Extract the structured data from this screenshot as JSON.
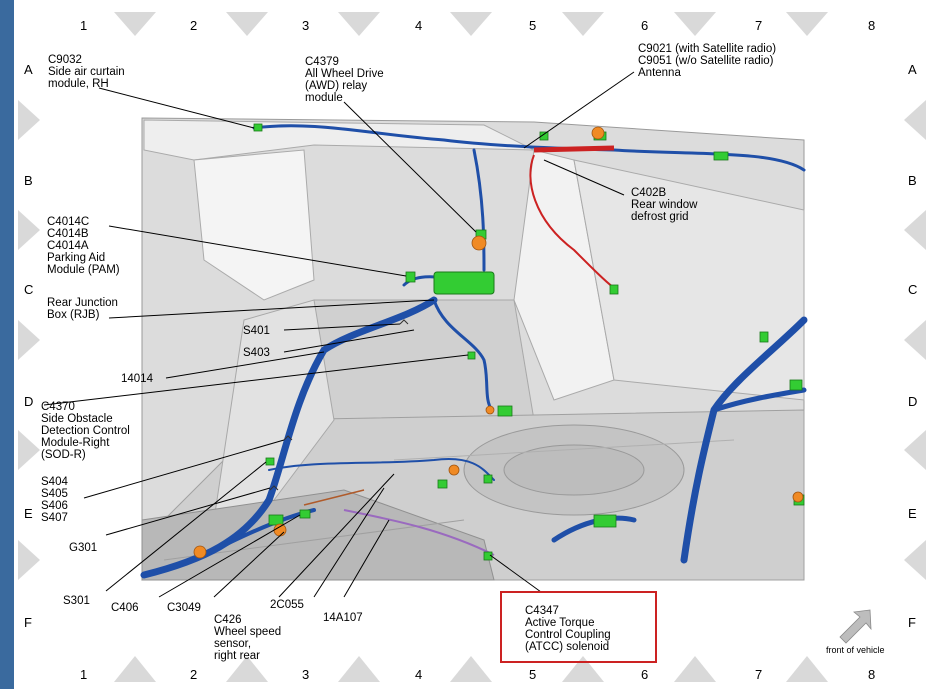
{
  "grid": {
    "columns": [
      "1",
      "2",
      "3",
      "4",
      "5",
      "6",
      "7",
      "8"
    ],
    "rows": [
      "A",
      "B",
      "C",
      "D",
      "E",
      "F"
    ]
  },
  "callouts": {
    "c9032": {
      "code": "C9032",
      "line1": "Side air curtain",
      "line2": "module, RH"
    },
    "c4379": {
      "code": "C4379",
      "line1": "All Wheel Drive",
      "line2": "(AWD) relay",
      "line3": "module"
    },
    "c9021": {
      "line1": "C9021 (with Satellite radio)",
      "line2": "C9051 (w/o Satellite radio)",
      "line3": "Antenna"
    },
    "c402b": {
      "code": "C402B",
      "line1": "Rear window",
      "line2": "defrost grid"
    },
    "c4014": {
      "line1": "C4014C",
      "line2": "C4014B",
      "line3": "C4014A",
      "line4": "Parking Aid",
      "line5": "Module (PAM)"
    },
    "rjb": {
      "line1": "Rear Junction",
      "line2": "Box (RJB)"
    },
    "s401": "S401",
    "s403": "S403",
    "w14014": "14014",
    "c4370": {
      "code": "C4370",
      "line1": "Side Obstacle",
      "line2": "Detection Control",
      "line3": "Module-Right",
      "line4": "(SOD-R)"
    },
    "splices": {
      "line1": "S404",
      "line2": "S405",
      "line3": "S406",
      "line4": "S407"
    },
    "g301": "G301",
    "s301": "S301",
    "c406": "C406",
    "c3049": "C3049",
    "c426": {
      "code": "C426",
      "line1": "Wheel speed",
      "line2": "sensor,",
      "line3": "right rear"
    },
    "c2c055": "2C055",
    "w14a107": "14A107",
    "c4347": {
      "code": "C4347",
      "line1": "Active Torque",
      "line2": "Control Coupling",
      "line3": "(ATCC) solenoid"
    }
  },
  "front_of_vehicle": "front of vehicle",
  "colors": {
    "harness": "#1f4fa8",
    "connector": "#33cc33",
    "defrost_wire": "#cc2222",
    "atcc_wire": "#9a6abf",
    "highlight_box": "#cc2222",
    "left_strip": "#3a6a9e"
  }
}
